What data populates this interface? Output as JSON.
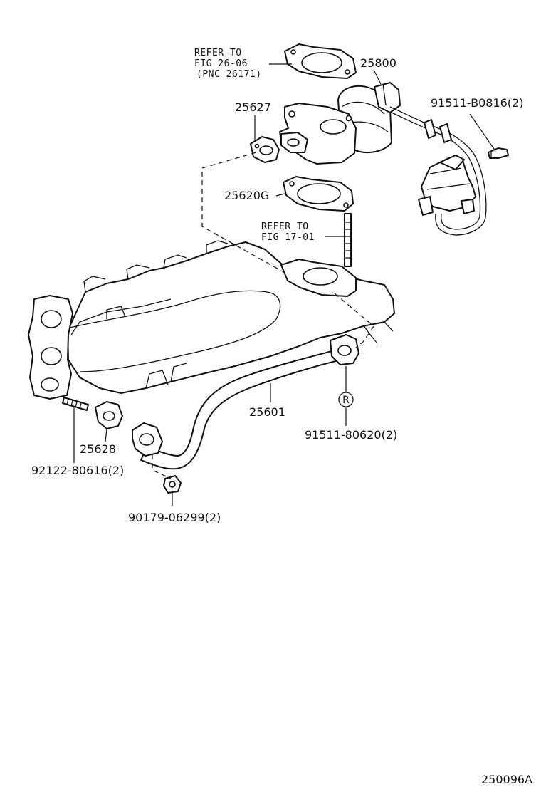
{
  "labels": {
    "refer_fig_26": [
      "REFER TO",
      "FIG 26-06",
      "(PNC 26171)"
    ],
    "refer_fig_17": [
      "REFER TO",
      "FIG 17-01"
    ],
    "p25800": "25800",
    "p25627": "25627",
    "p25620g": "25620G",
    "p91511_b0816": "91511-B0816(2)",
    "p25601": "25601",
    "p91511_80620": "91511-80620(2)",
    "p25628": "25628",
    "p92122_80616": "92122-80616(2)",
    "p90179_06299": "90179-06299(2)",
    "marker_r": "R",
    "figure_code": "250096A"
  }
}
